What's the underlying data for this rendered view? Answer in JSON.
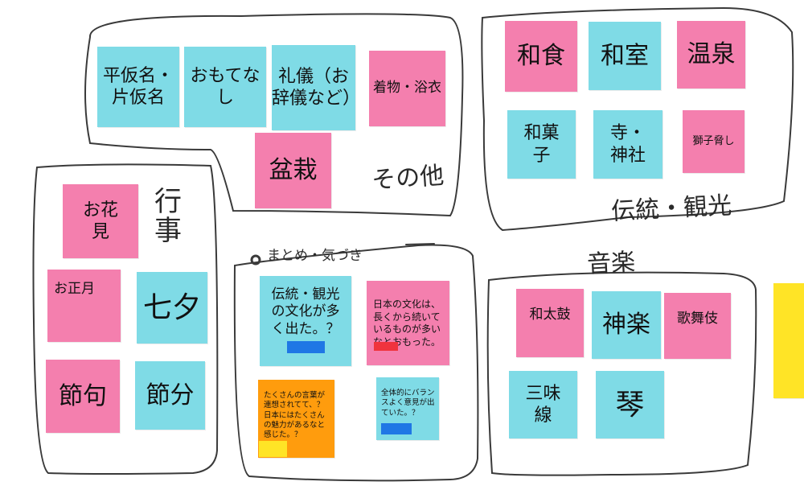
{
  "colors": {
    "pink": "#f47fae",
    "blue": "#7fdbe6",
    "orange": "#ff9c0d",
    "yellow": "#ffe426",
    "chip_blue": "#1f77e5",
    "chip_red": "#f0333d"
  },
  "groups": {
    "other": {
      "label": "その他"
    },
    "tradition": {
      "label": "伝統・観光"
    },
    "events": {
      "label": "行事"
    },
    "summary": {
      "label": "まとめ・気づき"
    },
    "music": {
      "label": "音楽"
    }
  },
  "notes": {
    "kana": "平仮名・片仮名",
    "omotenashi": "おもてなし",
    "reigi": "礼儀（お辞儀など）",
    "kimono": "着物・浴衣",
    "bonsai": "盆栽",
    "washoku": "和食",
    "washitsu": "和室",
    "onsen": "温泉",
    "wagashi": "和菓子",
    "tera": "寺・神社",
    "shishi": "獅子脅し",
    "ohanami": "お花見",
    "oshogatsu": "お正月",
    "tanabata": "七夕",
    "sekku": "節句",
    "setsubun": "節分",
    "s1": "伝統・観光の文化が多く出た。？",
    "s2": "日本の文化は、長くから続いているものが多いなとおもった。",
    "s3": "たくさんの言葉が連想されてて、？日本にはたくさんの魅力があるなと感じた。？",
    "s4": "全体的にバランスよく意見が出ていた。？",
    "wadaiko": "和太鼓",
    "kagura": "神楽",
    "kabuki": "歌舞伎",
    "shamisen": "三味線",
    "koto": "琴"
  }
}
